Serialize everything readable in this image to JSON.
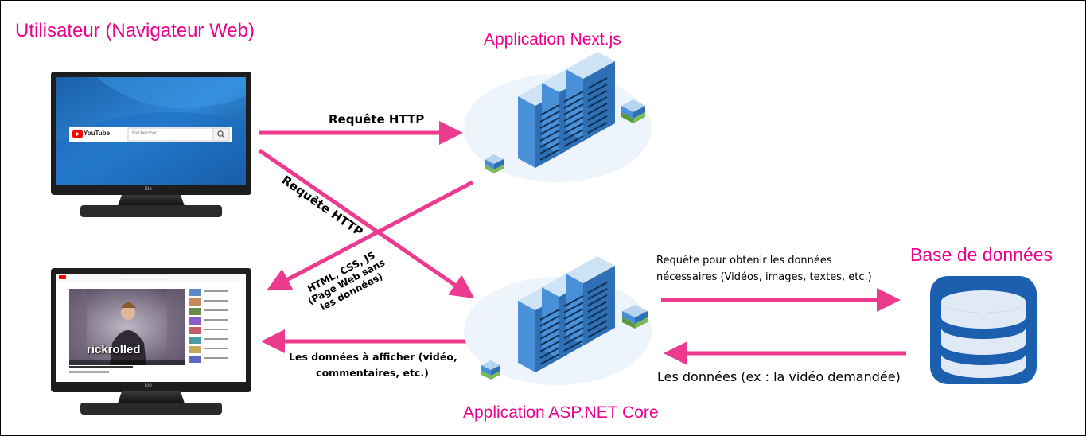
{
  "titles": {
    "user": "Utilisateur (Navigateur Web)",
    "nextjs": "Application Next.js",
    "aspnet": "Application ASP.NET Core",
    "database": "Base de données"
  },
  "arrows": {
    "http_to_next": "Requête HTTP",
    "http_diagonal": "Requête HTTP",
    "html_response": [
      "HTML, CSS, JS",
      "(Page Web sans",
      "les données)"
    ],
    "data_to_client": [
      "Les données à afficher (vidéo,",
      "commentaires, etc.)"
    ],
    "db_request": [
      "Requête pour obtenir les données",
      "nécessaires (Vidéos, images, textes, etc.)"
    ],
    "db_response": "Les données (ex : la vidéo demandée)"
  },
  "screen_top": {
    "brand": "YouTube",
    "search_placeholder": "Rechercher",
    "monitor_brand": "Elo"
  },
  "screen_bottom": {
    "video_caption": "rickrolled",
    "monitor_brand": "Elo"
  },
  "colors": {
    "accent": "#ec008c",
    "arrow": "#ec3a8f",
    "server_blue": "#4a90d9",
    "db_blue": "#1c5fae"
  }
}
